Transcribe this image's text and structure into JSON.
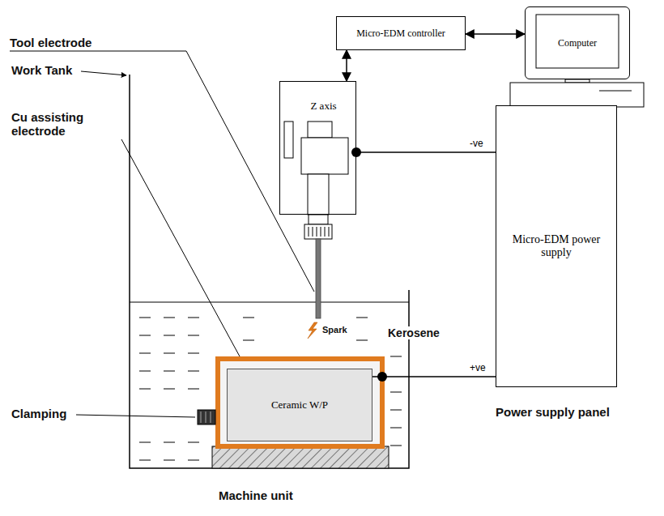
{
  "diagram": {
    "nodes": [
      {
        "text": [
          "Micro-EDM controller"
        ]
      },
      {
        "text": [
          "Computer"
        ]
      },
      {
        "text": [
          "Z axis"
        ]
      },
      {
        "text": [
          "Micro-EDM power supply"
        ]
      },
      {
        "text": [
          "Ceramic W/P"
        ]
      }
    ],
    "edges": [
      {
        "from": 0,
        "to": 2,
        "arrow": "both"
      },
      {
        "from": 0,
        "to": 1,
        "arrow": "both"
      },
      {
        "from": 3,
        "to": 2,
        "label": "-ve",
        "arrow": "none"
      },
      {
        "from": 3,
        "to": 4,
        "label": "+ve",
        "arrow": "none"
      }
    ],
    "labels": [
      "Tool electrode",
      "Work Tank",
      "Cu assisting electrode",
      "Clamping",
      "Spark",
      "Kerosene",
      "Power supply panel",
      "Machine unit"
    ]
  }
}
